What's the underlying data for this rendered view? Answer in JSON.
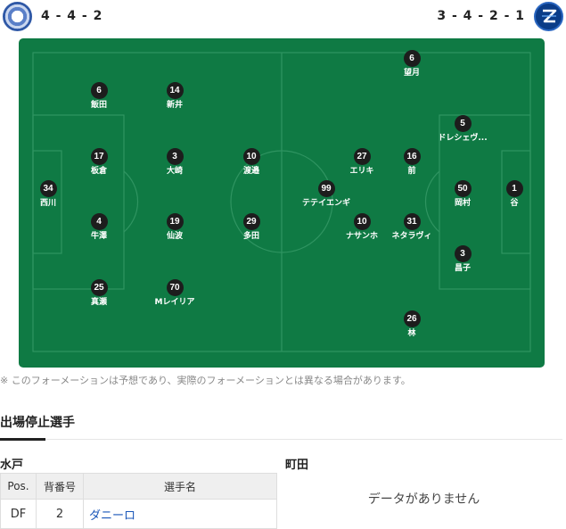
{
  "home": {
    "formation": "4 - 4 - 2",
    "emblem_icon": "mito-hollyhock-emblem",
    "players": [
      {
        "num": "34",
        "name": "西川"
      },
      {
        "num": "6",
        "name": "飯田"
      },
      {
        "num": "17",
        "name": "板倉"
      },
      {
        "num": "4",
        "name": "牛澤"
      },
      {
        "num": "25",
        "name": "真瀬"
      },
      {
        "num": "14",
        "name": "新井"
      },
      {
        "num": "3",
        "name": "大崎"
      },
      {
        "num": "19",
        "name": "仙波"
      },
      {
        "num": "70",
        "name": "Mレイリア"
      },
      {
        "num": "10",
        "name": "渡邉"
      },
      {
        "num": "29",
        "name": "多田"
      }
    ]
  },
  "away": {
    "formation": "3 - 4 - 2 - 1",
    "emblem_icon": "fc-machida-zelvia-emblem",
    "players": [
      {
        "num": "99",
        "name": "テテイエンギ"
      },
      {
        "num": "27",
        "name": "エリキ"
      },
      {
        "num": "10",
        "name": "ナサンホ"
      },
      {
        "num": "6",
        "name": "望月"
      },
      {
        "num": "16",
        "name": "前"
      },
      {
        "num": "31",
        "name": "ネタラヴィ"
      },
      {
        "num": "26",
        "name": "林"
      },
      {
        "num": "5",
        "name": "ドレシェヴ..."
      },
      {
        "num": "50",
        "name": "岡村"
      },
      {
        "num": "3",
        "name": "昌子"
      },
      {
        "num": "1",
        "name": "谷"
      }
    ]
  },
  "note": "※ このフォーメーションは予想であり、実際のフォーメーションとは異なる場合があります。",
  "suspension": {
    "title": "出場停止選手",
    "home_label": "水戸",
    "away_label": "町田",
    "columns": [
      "Pos.",
      "背番号",
      "選手名"
    ],
    "home_rows": [
      {
        "pos": "DF",
        "num": "2",
        "name": "ダニーロ"
      }
    ],
    "away_empty": "データがありません"
  },
  "colors": {
    "pitch": "#0f7a44",
    "marker": "#1d1d1d",
    "link": "#1a56b8"
  }
}
